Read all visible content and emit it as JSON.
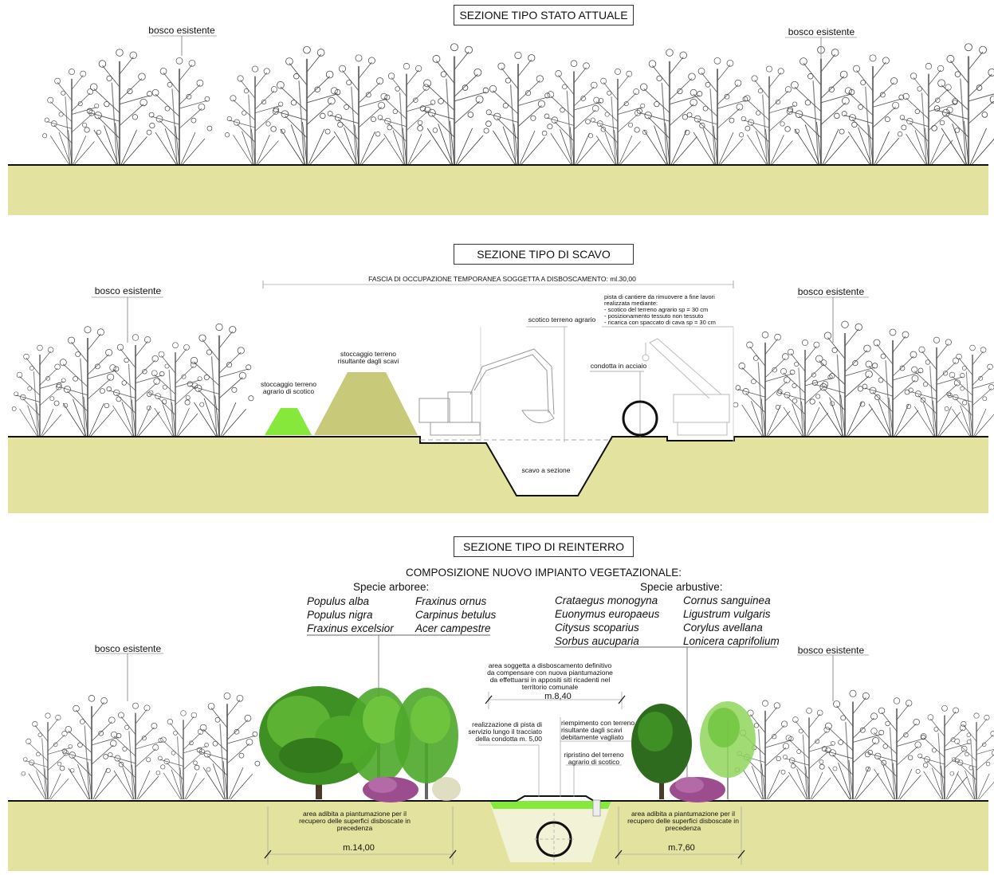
{
  "colors": {
    "ground": "#e3e39f",
    "topsoil_green": "#86e83a",
    "spoil_heap": "#c9c97a",
    "backfill": "#f1f2d6",
    "outline": "#111111",
    "tree_dark": "#2f6b1f",
    "tree_green": "#4ea82a",
    "tree_light": "#8fd65a",
    "shrub_purple": "#9b4d8e"
  },
  "sections": [
    {
      "title": "SEZIONE TIPO STATO ATTUALE",
      "labels": {
        "left_forest": "bosco esistente",
        "right_forest": "bosco esistente"
      }
    },
    {
      "title": "SEZIONE TIPO DI SCAVO",
      "labels": {
        "left_forest": "bosco esistente",
        "right_forest": "bosco esistente",
        "occupation_band": "FASCIA DI OCCUPAZIONE TEMPORANEA SOGGETTA A DISBOSCAMENTO: ml.30,00",
        "topsoil_storage": [
          "stoccaggio terreno",
          "agrario di scotico"
        ],
        "spoil_storage": [
          "stoccaggio terreno",
          "risultante dagli scavi"
        ],
        "topsoil_stripping": "scotico terreno agrario",
        "temporary_track": [
          "pista di cantiere da rimuovere a fine lavori",
          "realizzata mediante:",
          "- scotico del terreno agrario sp = 30 cm",
          "- posizionamento tessuto non tessuto",
          "- ricarica con spaccato di cava sp = 30 cm"
        ],
        "steel_pipe": "condotta in acciaio",
        "trench": "scavo a sezione"
      }
    },
    {
      "title": "SEZIONE TIPO DI REINTERRO",
      "labels": {
        "left_forest": "bosco esistente",
        "right_forest": "bosco esistente",
        "composition_title": "COMPOSIZIONE NUOVO IMPIANTO VEGETAZIONALE:",
        "tree_species_header": "Specie arboree:",
        "tree_species_col1": [
          "Populus alba",
          "Populus nigra",
          "Fraxinus excelsior"
        ],
        "tree_species_col2": [
          "Fraxinus ornus",
          "Carpinus betulus",
          "Acer campestre"
        ],
        "shrub_species_header": "Specie arbustive:",
        "shrub_species_col1": [
          "Crataegus monogyna",
          "Euonymus europaeus",
          "Citysus scoparius",
          "Sorbus aucuparia"
        ],
        "shrub_species_col2": [
          "Cornus sanguinea",
          "Ligustrum vulgaris",
          "Corylus avellana",
          "Lonicera caprifolium"
        ],
        "definitive_clearing": [
          "area soggetta a disboscamento definitivo",
          "da compensare con nuova piantumazione",
          "da effettuarsi in appositi siti ricadenti nel",
          "territorio comunale"
        ],
        "definitive_width": "m.8,40",
        "service_track": [
          "realizzazione di pista di",
          "servizio lungo il tracciato",
          "della condotta m. 5,00"
        ],
        "backfill": [
          "riempimento con terreno",
          "risultante dagli scavi",
          "debitamente vagliato"
        ],
        "topsoil_restore": [
          "ripristino del terreno",
          "agrario di scotico"
        ],
        "planting_area_left": [
          "area adibita a piantumazione per il",
          "recupero delle superfici disboscate in",
          "precedenza"
        ],
        "planting_width_left": "m.14,00",
        "planting_area_right": [
          "area adibita a piantumazione per il",
          "recupero delle superfici disboscate in",
          "precedenza"
        ],
        "planting_width_right": "m.7,60"
      }
    }
  ]
}
